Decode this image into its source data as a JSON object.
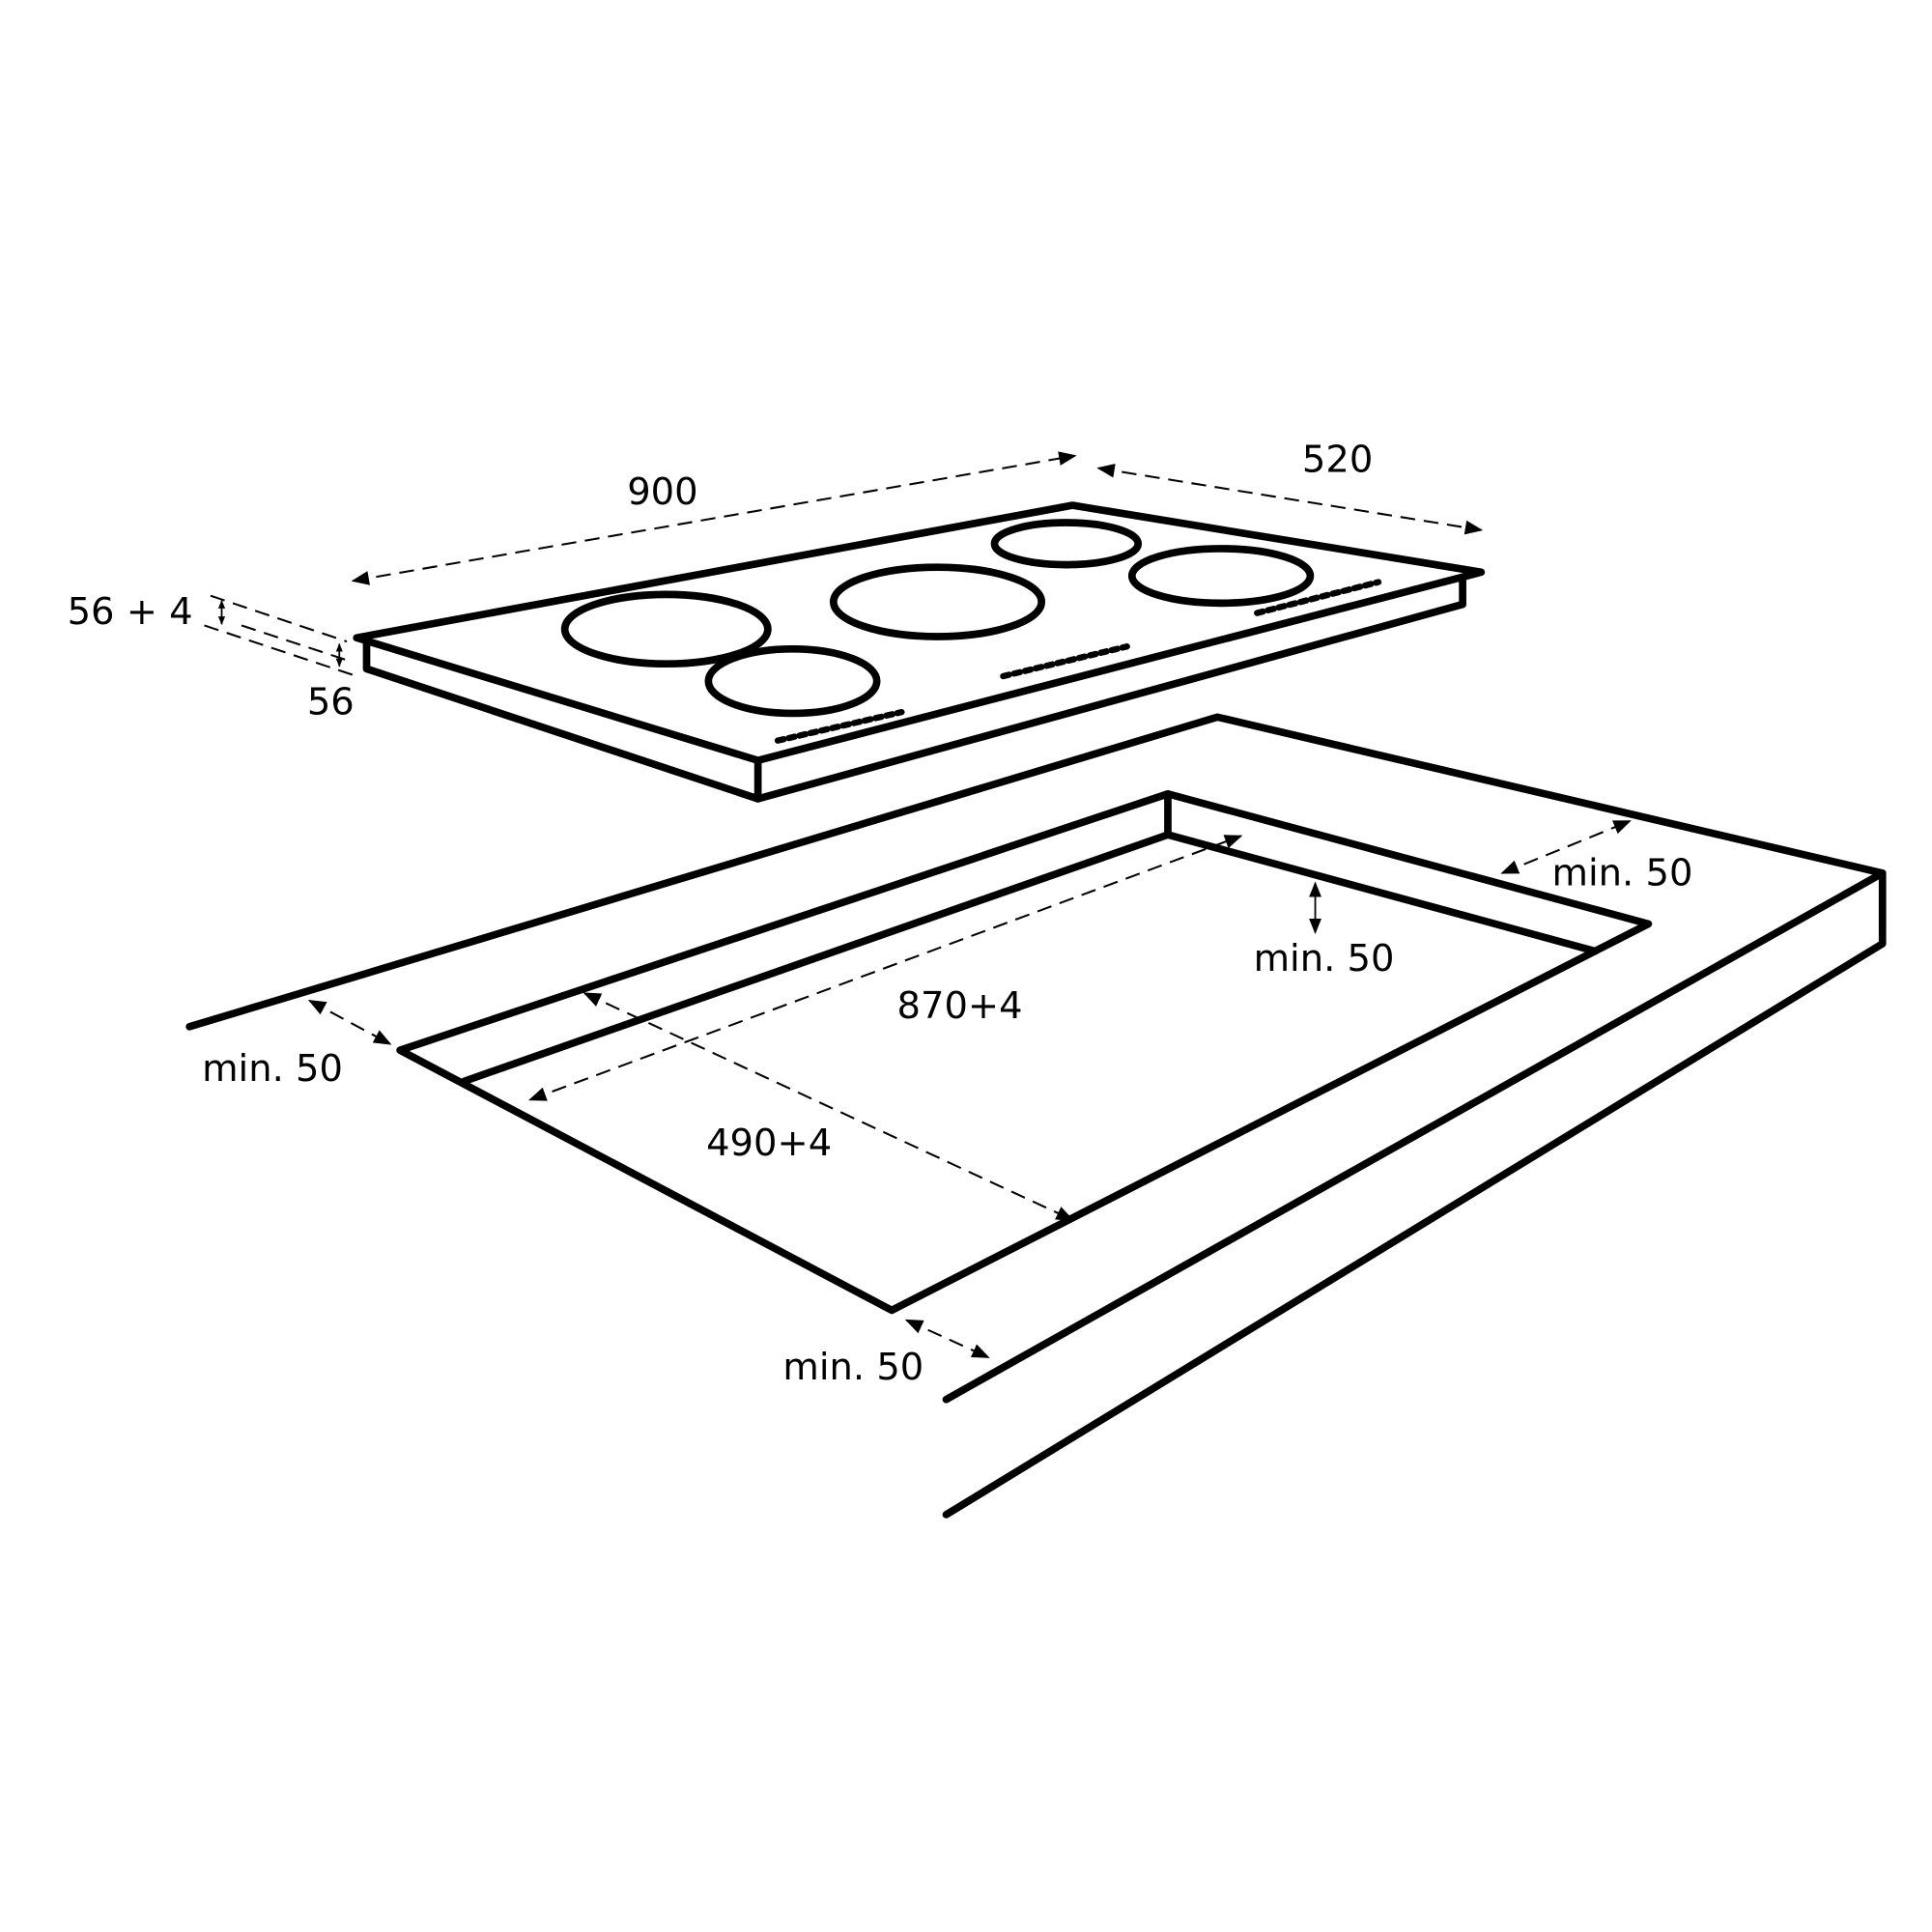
{
  "hob": {
    "width_label": "900",
    "depth_label": "520",
    "thickness_total_label": "56 + 4",
    "thickness_label": "56",
    "cooking_zones": 5
  },
  "cutout": {
    "width_label": "870+4",
    "depth_label": "490+4",
    "clearance_left_label": "min. 50",
    "clearance_front_label": "min. 50",
    "clearance_back_label": "min. 50",
    "clearance_depth_label": "min. 50"
  },
  "colors": {
    "line": "#000000",
    "background": "#ffffff"
  }
}
